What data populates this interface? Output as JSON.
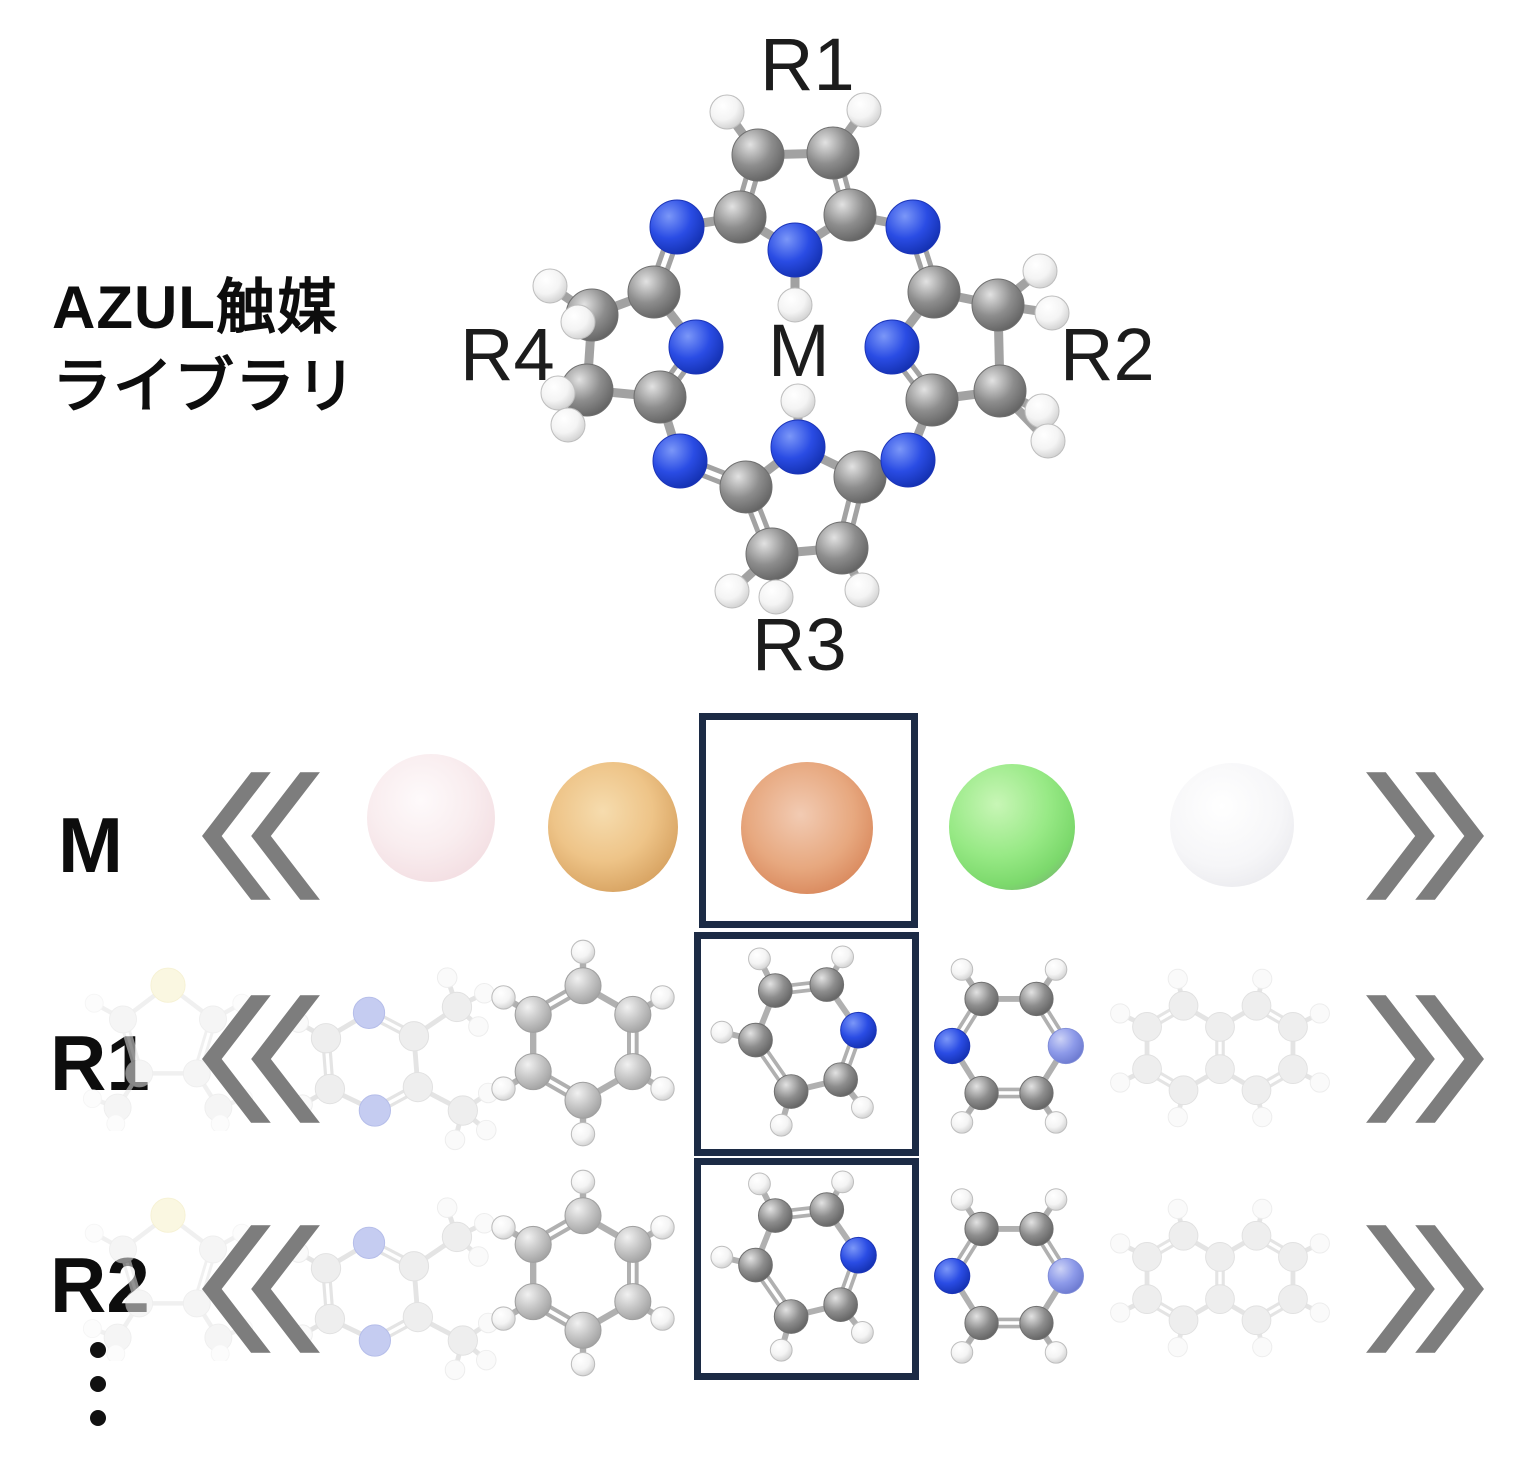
{
  "title": {
    "line1": "AZUL触媒",
    "line2": "ライブラリ"
  },
  "core_figure": {
    "substituent_labels": {
      "top": "R1",
      "right": "R2",
      "bottom": "R3",
      "left": "R4"
    },
    "metal_label": "M",
    "atom_colors": {
      "carbon": "#8d8d8d",
      "nitrogen": "#2a4ce4",
      "hydrogen": "#ffffff"
    }
  },
  "selector_rows": [
    {
      "label": "M",
      "left_chevron": "scroll-left",
      "right_chevron": "scroll-right",
      "options": [
        {
          "name": "metal-sphere-pale-pink",
          "color": "#f8ecee",
          "selected": false
        },
        {
          "name": "metal-sphere-tan",
          "color": "#eec488",
          "selected": false
        },
        {
          "name": "metal-sphere-copper",
          "color": "#e09a6e",
          "selected": true
        },
        {
          "name": "metal-sphere-green",
          "color": "#8fe47d",
          "selected": false
        },
        {
          "name": "metal-sphere-white",
          "color": "#f4f4f6",
          "selected": false
        }
      ]
    },
    {
      "label": "R1",
      "left_chevron": "scroll-left",
      "right_chevron": "scroll-right",
      "options": [
        {
          "name": "dimethylthiophene-faded",
          "selected": false
        },
        {
          "name": "dimethylpyrazine-faded",
          "selected": false
        },
        {
          "name": "benzene",
          "selected": false
        },
        {
          "name": "pyridine",
          "selected": true
        },
        {
          "name": "pyrazine",
          "selected": false
        },
        {
          "name": "naphthalene-faded",
          "selected": false
        }
      ]
    },
    {
      "label": "R2",
      "left_chevron": "scroll-left",
      "right_chevron": "scroll-right",
      "options": [
        {
          "name": "dimethylthiophene-faded",
          "selected": false
        },
        {
          "name": "dimethylpyrazine-faded",
          "selected": false
        },
        {
          "name": "benzene",
          "selected": false
        },
        {
          "name": "pyridine",
          "selected": true
        },
        {
          "name": "pyrazine",
          "selected": false
        },
        {
          "name": "naphthalene-faded",
          "selected": false
        }
      ]
    }
  ],
  "more_rows_indicator": "vertical-ellipsis",
  "ui_colors": {
    "selection_border": "#1c2b45",
    "chevron": "#7d7d7d",
    "background": "#ffffff"
  }
}
